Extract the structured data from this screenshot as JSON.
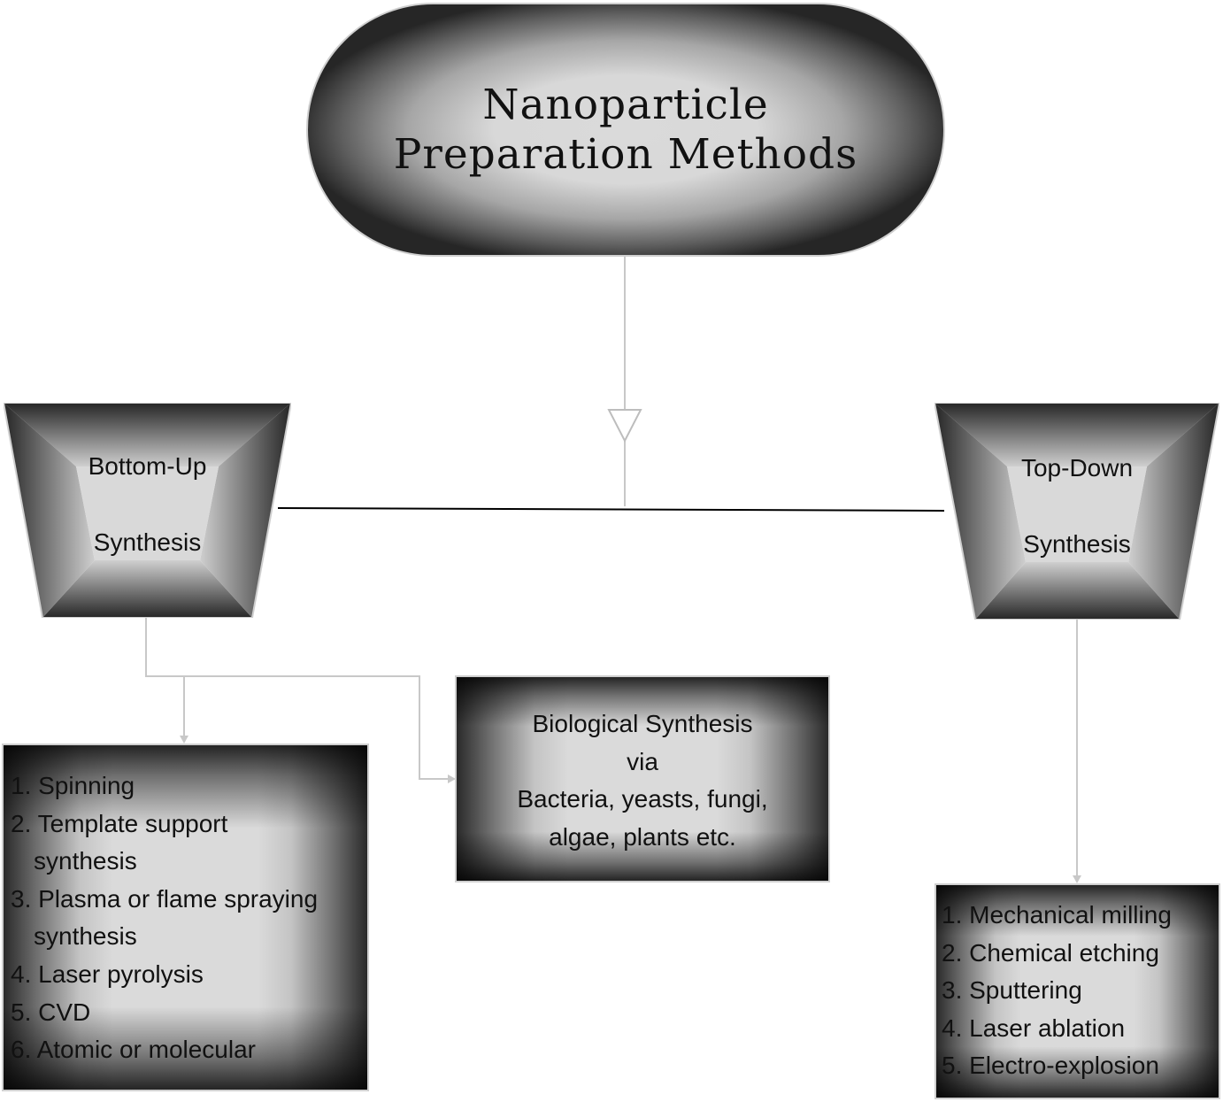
{
  "title": {
    "line1": "Nanoparticle",
    "line2": "Preparation Methods"
  },
  "bottom_up": {
    "line1": "Bottom-Up",
    "line2": "Synthesis",
    "methods": [
      "1. Spinning",
      "2. Template support",
      "synthesis",
      "3. Plasma or flame spraying",
      "synthesis",
      "4. Laser pyrolysis",
      "5. CVD",
      "6. Atomic or molecular"
    ]
  },
  "top_down": {
    "line1": "Top-Down",
    "line2": "Synthesis",
    "methods": [
      "1. Mechanical milling",
      "2. Chemical etching",
      "3. Sputtering",
      "4. Laser ablation",
      "5. Electro-explosion"
    ]
  },
  "biological": {
    "lines": [
      "Biological Synthesis",
      "via",
      "Bacteria, yeasts, fungi,",
      "algae, plants etc."
    ]
  },
  "colors": {
    "connector": "#c8c8c8",
    "branch_line": "#000000",
    "shape_edge": "#cfcfcf"
  }
}
